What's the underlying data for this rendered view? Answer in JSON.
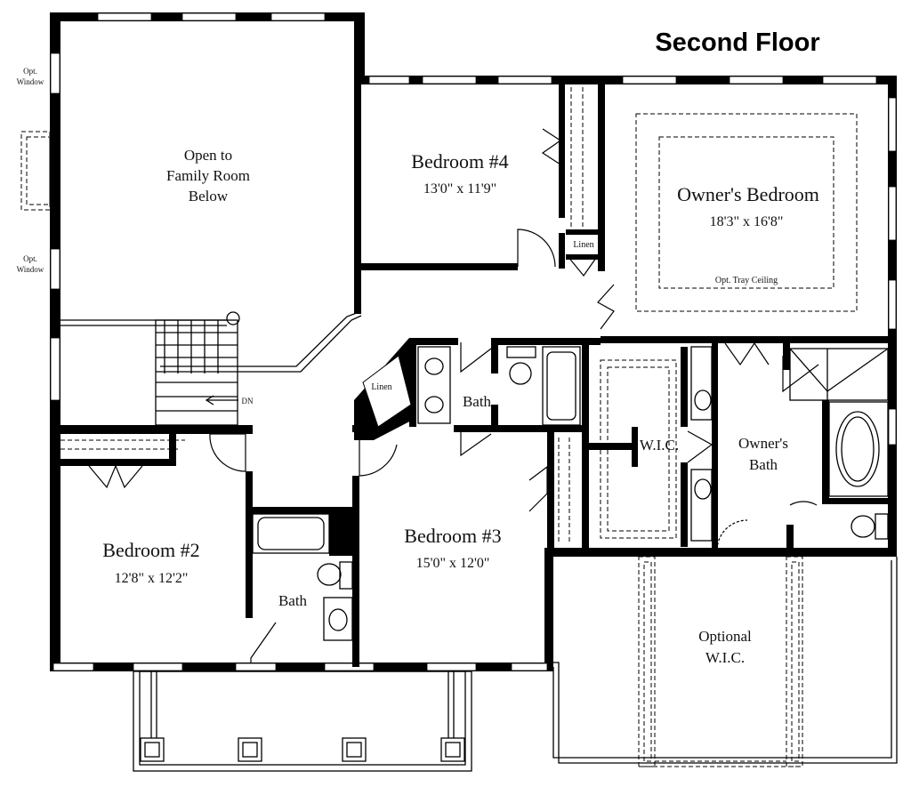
{
  "title": "Second Floor",
  "rooms": {
    "open_to_below": {
      "line1": "Open to",
      "line2": "Family Room",
      "line3": "Below"
    },
    "bedroom4": {
      "name": "Bedroom #4",
      "size": "13'0\" x 11'9\""
    },
    "owners_bedroom": {
      "name": "Owner's Bedroom",
      "size": "18'3\" x 16'8\"",
      "note": "Opt. Tray Ceiling"
    },
    "bedroom2": {
      "name": "Bedroom #2",
      "size": "12'8\" x 12'2\""
    },
    "bedroom3": {
      "name": "Bedroom #3",
      "size": "15'0\" x 12'0\""
    },
    "bath_center": "Bath",
    "bath_lower": "Bath",
    "linen_upper": "Linen",
    "linen_lower": "Linen",
    "wic": "W.I.C.",
    "owners_bath": {
      "line1": "Owner's",
      "line2": "Bath"
    },
    "optional_wic": {
      "line1": "Optional",
      "line2": "W.I.C."
    },
    "stair_dn": "DN"
  },
  "opt_window_top": {
    "line1": "Opt.",
    "line2": "Window"
  },
  "opt_window_bottom": {
    "line1": "Opt.",
    "line2": "Window"
  }
}
